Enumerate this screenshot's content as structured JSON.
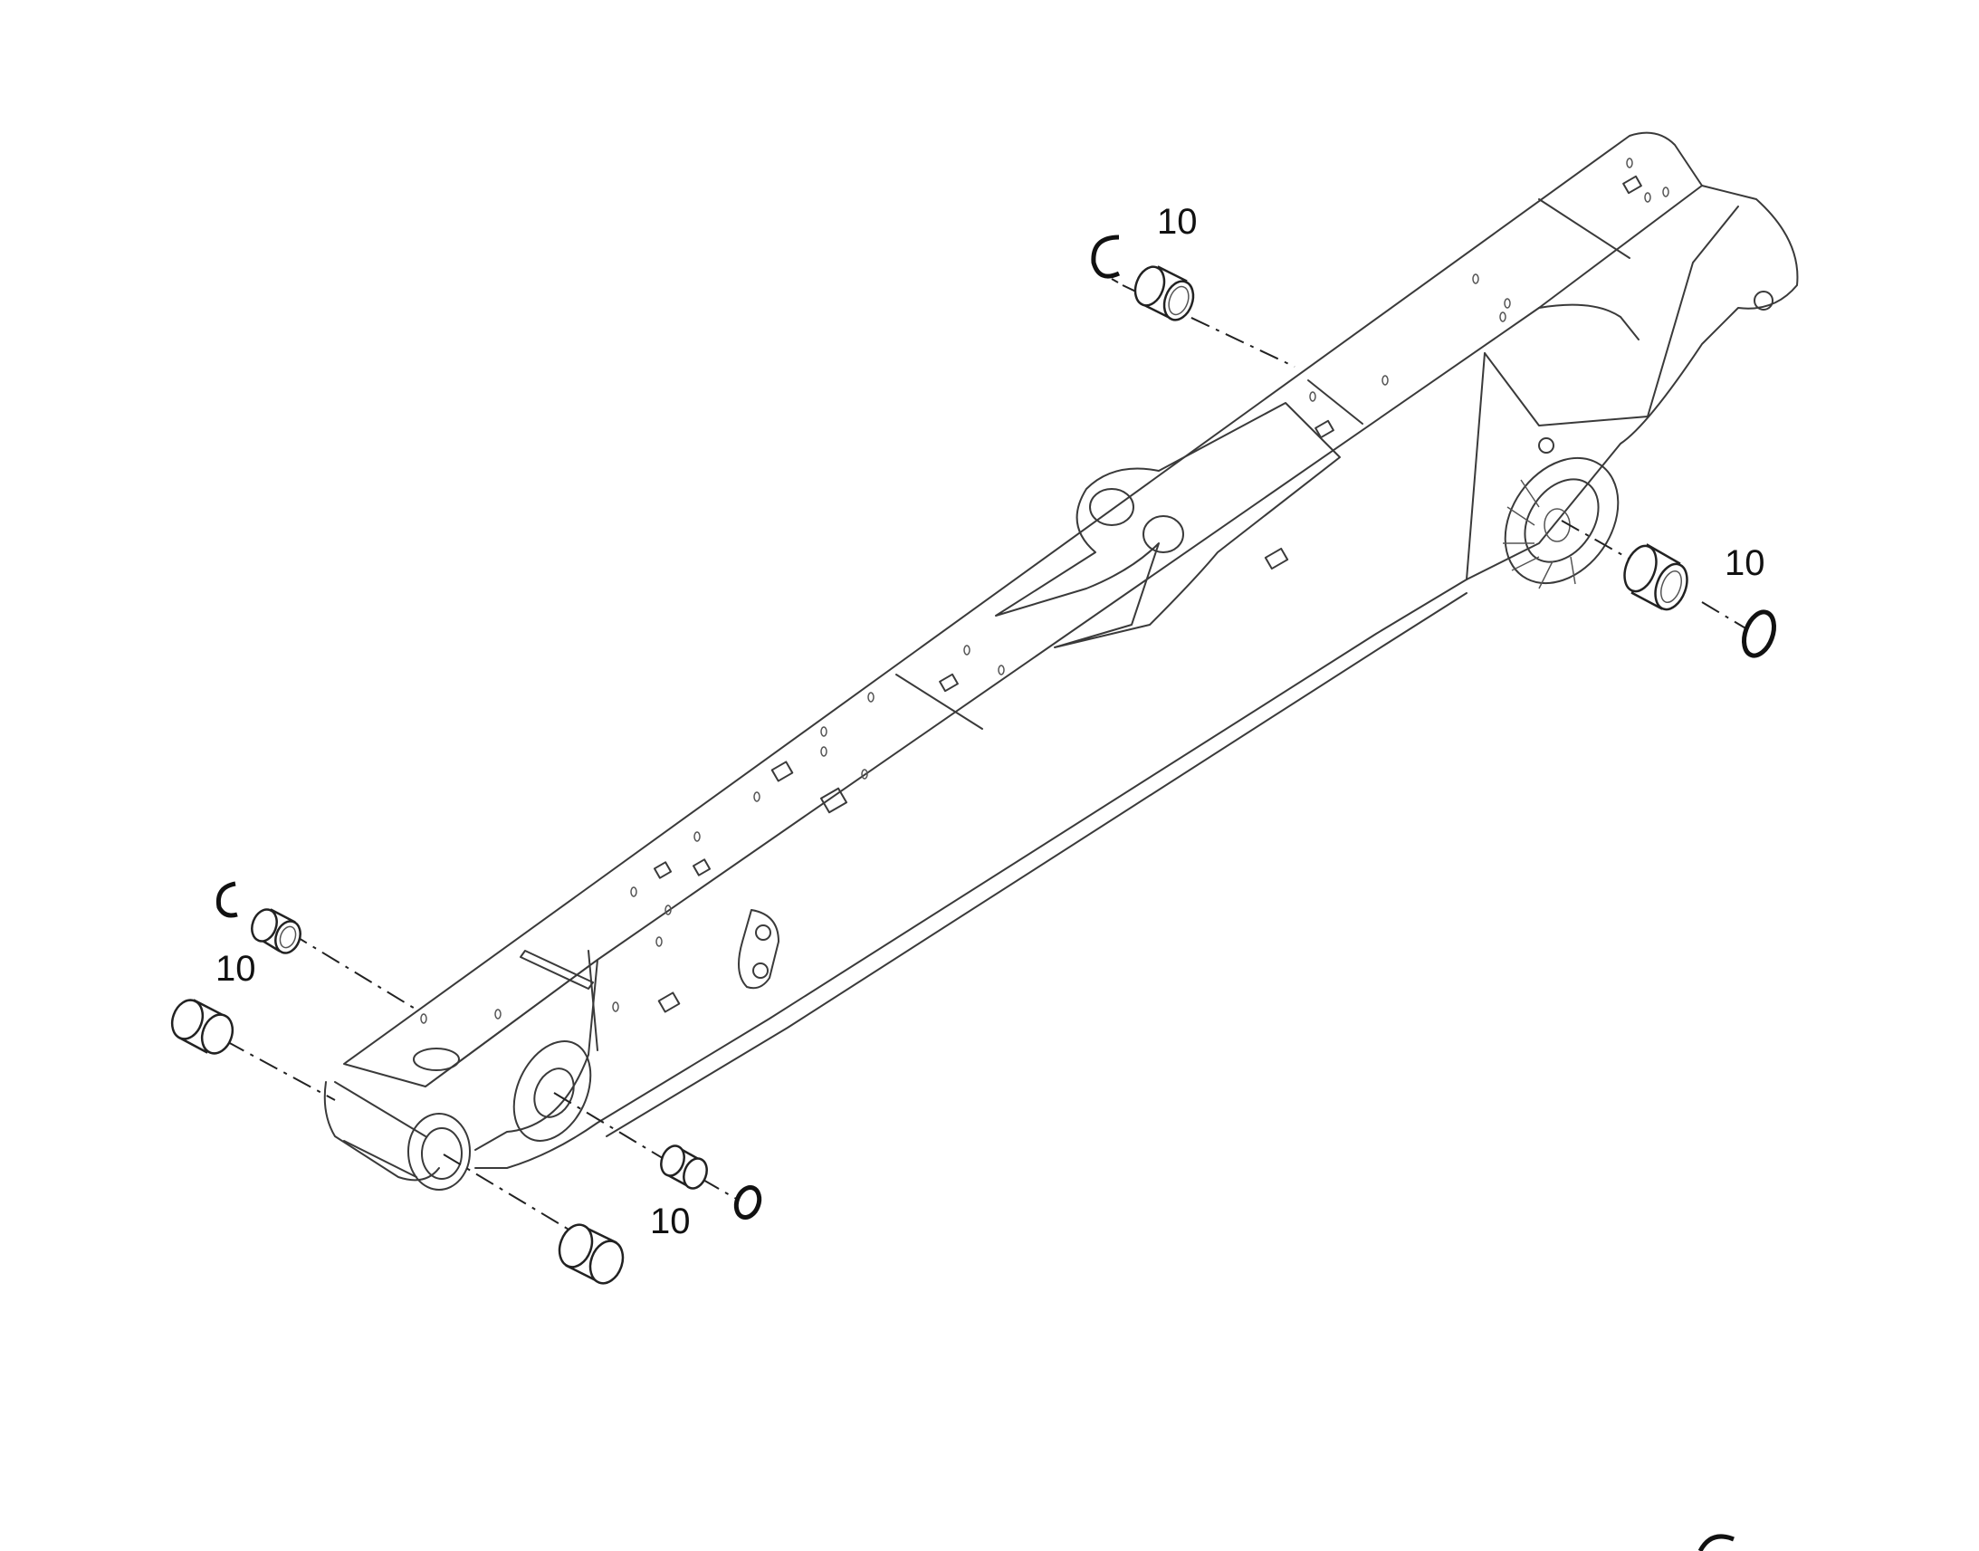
{
  "diagram": {
    "callouts": [
      {
        "id": "callout-top",
        "text": "10"
      },
      {
        "id": "callout-right",
        "text": "10"
      },
      {
        "id": "callout-left",
        "text": "10"
      },
      {
        "id": "callout-bottom",
        "text": "10"
      }
    ]
  }
}
